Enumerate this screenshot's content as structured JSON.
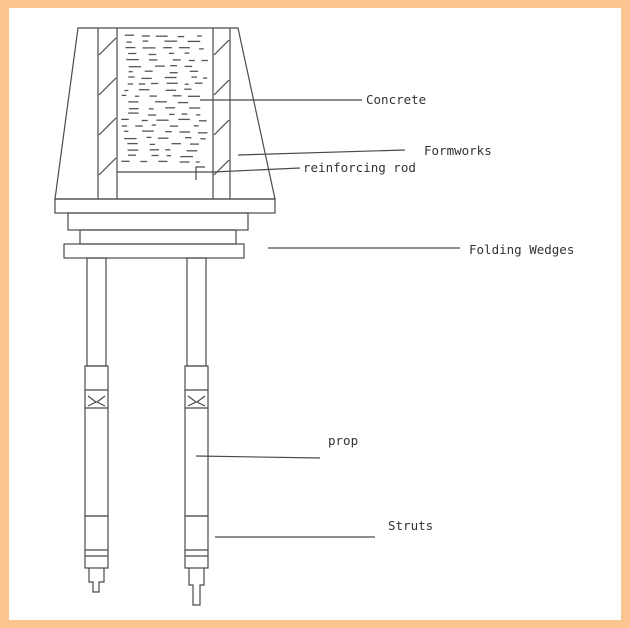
{
  "diagram": {
    "labels": {
      "concrete": "Concrete",
      "formwork": "Formworks",
      "rod": "reinforcing rod",
      "wedges": "Folding Wedges",
      "prop": "prop",
      "struts": "Struts"
    },
    "colors": {
      "border": "#fbc591",
      "line": "#4a4a4a",
      "text": "#333333"
    }
  }
}
